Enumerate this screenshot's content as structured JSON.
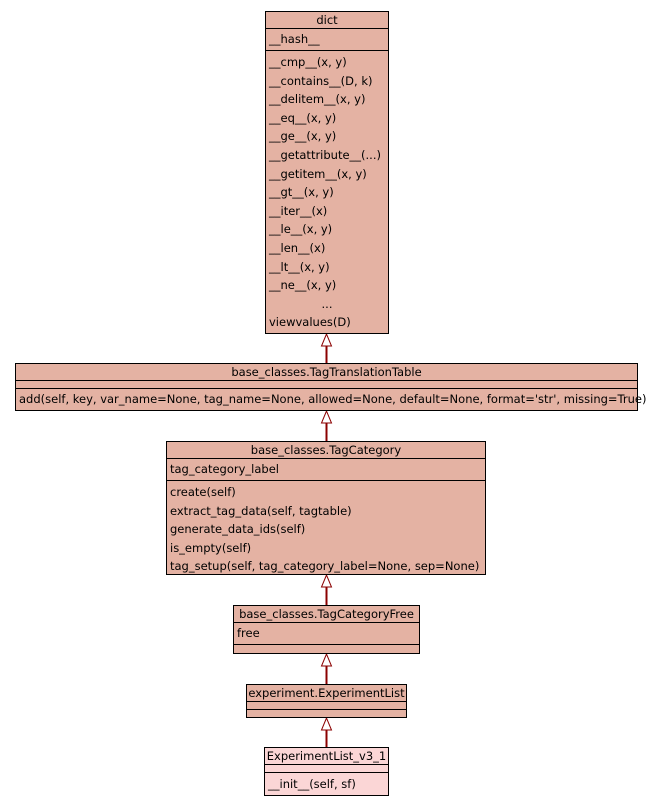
{
  "classes": {
    "dict": {
      "name": "dict",
      "attributes": [
        "__hash__"
      ],
      "methods": [
        "__cmp__(x, y)",
        "__contains__(D, k)",
        "__delitem__(x, y)",
        "__eq__(x, y)",
        "__ge__(x, y)",
        "__getattribute__(...)",
        "__getitem__(x, y)",
        "__gt__(x, y)",
        "__iter__(x)",
        "__le__(x, y)",
        "__len__(x)",
        "__lt__(x, y)",
        "__ne__(x, y)",
        "...",
        "viewvalues(D)"
      ]
    },
    "tag_translation_table": {
      "name": "base_classes.TagTranslationTable",
      "methods": [
        "add(self, key, var_name=None, tag_name=None, allowed=None, default=None, format='str', missing=True)"
      ]
    },
    "tag_category": {
      "name": "base_classes.TagCategory",
      "attributes": [
        "tag_category_label"
      ],
      "methods": [
        "create(self)",
        "extract_tag_data(self, tagtable)",
        "generate_data_ids(self)",
        "is_empty(self)",
        "tag_setup(self, tag_category_label=None, sep=None)"
      ]
    },
    "tag_category_free": {
      "name": "base_classes.TagCategoryFree",
      "attributes": [
        "free"
      ]
    },
    "experiment_list": {
      "name": "experiment.ExperimentList"
    },
    "experiment_list_v3_1": {
      "name": "ExperimentList_v3_1",
      "methods": [
        "__init__(self, sf)"
      ]
    }
  },
  "colors": {
    "class_fill": "#e4b2a3",
    "leaf_fill": "#fbd6d6",
    "border": "#000000",
    "edge": "#8b0000"
  }
}
